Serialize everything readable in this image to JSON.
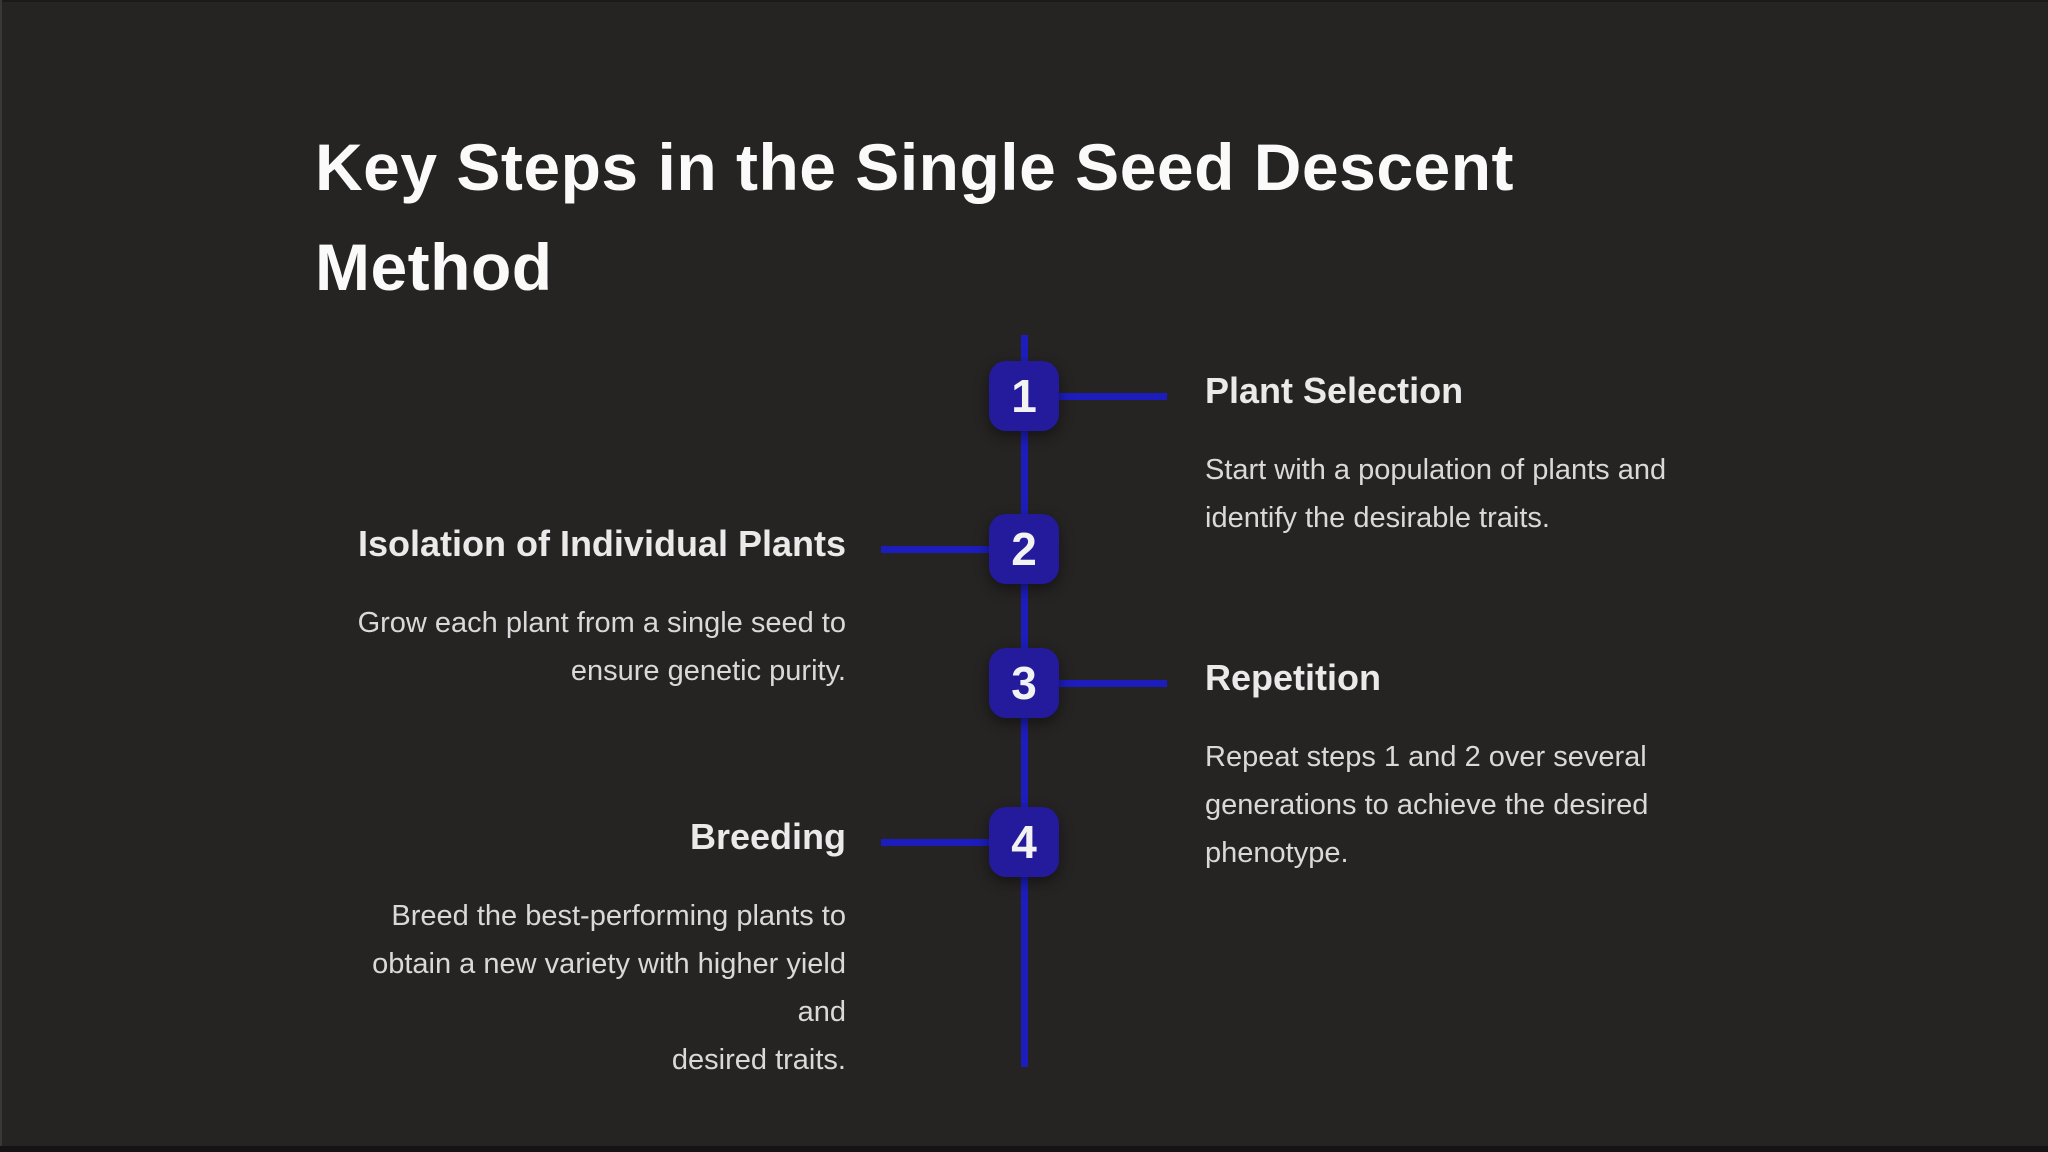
{
  "slide": {
    "title": "Key Steps in the Single Seed Descent Method",
    "background_color": "#262323",
    "node_color": "#241b9c",
    "line_color": "#1d1dbe",
    "title_color": "#fafafa",
    "text_color": "#d9d9d9"
  },
  "steps": [
    {
      "number": "1",
      "side": "right",
      "title": "Plant Selection",
      "description": "Start with a population of plants and\nidentify the desirable traits."
    },
    {
      "number": "2",
      "side": "left",
      "title": "Isolation of Individual Plants",
      "description": "Grow each plant from a single seed to\nensure genetic purity."
    },
    {
      "number": "3",
      "side": "right",
      "title": "Repetition",
      "description": "Repeat steps 1 and 2 over several\ngenerations to achieve the desired\nphenotype."
    },
    {
      "number": "4",
      "side": "left",
      "title": "Breeding",
      "description": "Breed the best-performing plants to\nobtain a new variety with higher yield and\ndesired traits."
    }
  ]
}
